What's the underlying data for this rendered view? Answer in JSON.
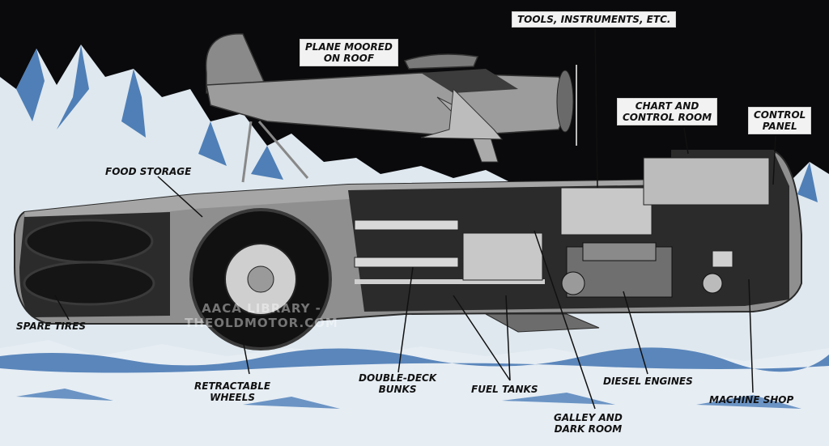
{
  "labels": {
    "tools": "TOOLS, INSTRUMENTS, ETC.",
    "plane": [
      "PLANE MOORED",
      "ON ROOF"
    ],
    "chart_room": [
      "CHART AND",
      "CONTROL ROOM"
    ],
    "control_panel": [
      "CONTROL",
      "PANEL"
    ],
    "food_storage": "FOOD STORAGE",
    "spare_tires": "SPARE TIRES",
    "retractable_wheels": [
      "RETRACTABLE",
      "WHEELS"
    ],
    "bunks": [
      "DOUBLE-DECK",
      "BUNKS"
    ],
    "fuel_tanks": "FUEL TANKS",
    "diesel_engines": "DIESEL ENGINES",
    "machine_shop": "MACHINE SHOP",
    "galley": [
      "GALLEY AND",
      "DARK ROOM"
    ]
  },
  "watermark": [
    "AACA LIBRARY -",
    "THEOLDMOTOR.COM"
  ],
  "colors": {
    "sky": "#0a0a0c",
    "ice": "#dfe8ef",
    "ice_shadow": "#4f7fb6",
    "hull": "#8f8f8f",
    "hull_dark": "#555555",
    "interior": "#2b2b2b",
    "label_bg": "#f2f2f2"
  }
}
